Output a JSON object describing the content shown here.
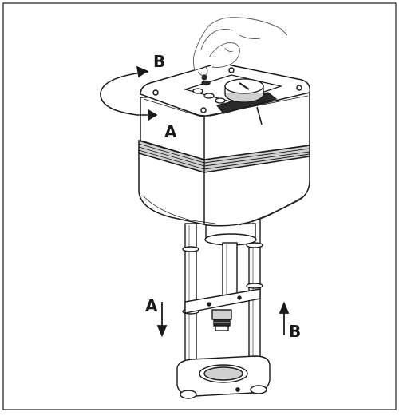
{
  "labels": {
    "top_rotation_b": "B",
    "top_rotation_a": "A",
    "stem_down_a": "A",
    "stem_up_b": "B"
  },
  "colors": {
    "stroke": "#1a1a1a",
    "fill": "#ffffff",
    "shade": "#d0d0d0",
    "dark": "#2a2a2a"
  }
}
